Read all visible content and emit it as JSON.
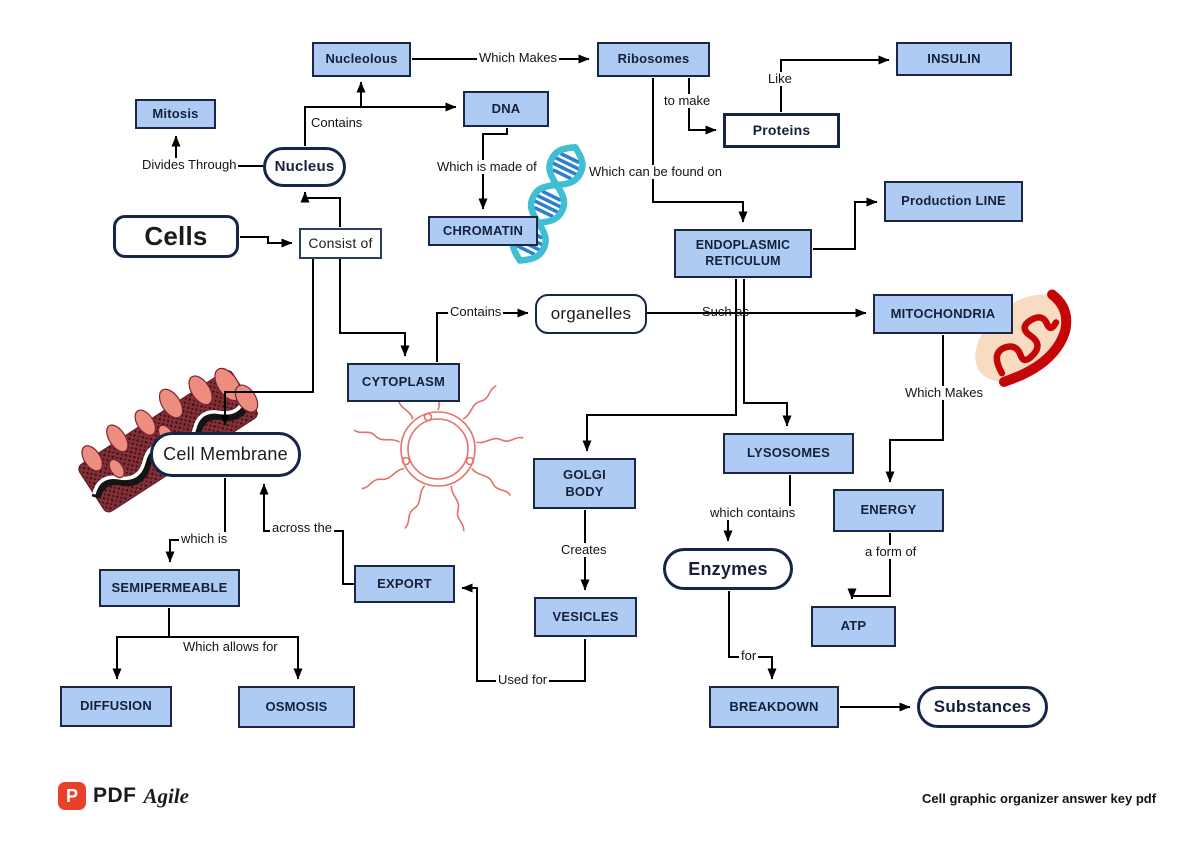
{
  "title": "Cell graphic organizer concept map",
  "colors": {
    "node_fill": "#aecbf4",
    "node_border": "#1c2745",
    "line": "#000000",
    "dna_teal": "#3fbed4",
    "dna_blue": "#2b7fd0",
    "membrane_maroon": "#7d2a33",
    "protein_salmon": "#ec8d80",
    "cell_red": "#e4716a",
    "mito_peach": "#f8dcc2",
    "mito_red": "#c40606",
    "logo_red": "#e8402a"
  },
  "nodes": {
    "nucleolous": "Nucleolous",
    "ribosomes": "Ribosomes",
    "insulin": "INSULIN",
    "mitosis": "Mitosis",
    "dna": "DNA",
    "proteins": "Proteins",
    "chromatin": "CHROMATIN",
    "production_line": "Production LINE",
    "endoplasmic_reticulum": "ENDOPLASMIC RETICULUM",
    "mitochondria": "MITOCHONDRIA",
    "cytoplasm": "CYTOPLASM",
    "golgi_body": "GOLGI BODY",
    "lysosomes": "LYSOSOMES",
    "energy": "ENERGY",
    "semipermeable": "SEMIPERMEABLE",
    "export": "EXPORT",
    "vesicles": "VESICLES",
    "atp": "ATP",
    "diffusion": "DIFFUSION",
    "osmosis": "OSMOSIS",
    "breakdown": "BREAKDOWN",
    "nucleus": "Nucleus",
    "cells": "Cells",
    "organelles": "organelles",
    "cell_membrane": "Cell Membrane",
    "enzymes": "Enzymes",
    "substances": "Substances",
    "consist_of": "Consist of"
  },
  "edge_labels": {
    "which_makes_ribosomes": "Which Makes",
    "like": "Like",
    "to_make": "to make",
    "contains_nucleolous": "Contains",
    "divides_through": "Divides Through",
    "which_is_made_of": "Which is made of",
    "which_can_be_found_on": "Which can be found on",
    "contains_organelles": "Contains",
    "such_as": "Such as",
    "which_makes_energy": "Which Makes",
    "which_contains": "which contains",
    "creates": "Creates",
    "a_form_of": "a form of",
    "which_is": "which is",
    "across_the": "across the",
    "which_allows_for": "Which allows for",
    "used_for": "Used for",
    "for_label": "for"
  },
  "footer": {
    "logo_p": "P",
    "logo_pdf": "PDF",
    "logo_agile": "Agile",
    "caption": "Cell graphic organizer answer key pdf"
  }
}
